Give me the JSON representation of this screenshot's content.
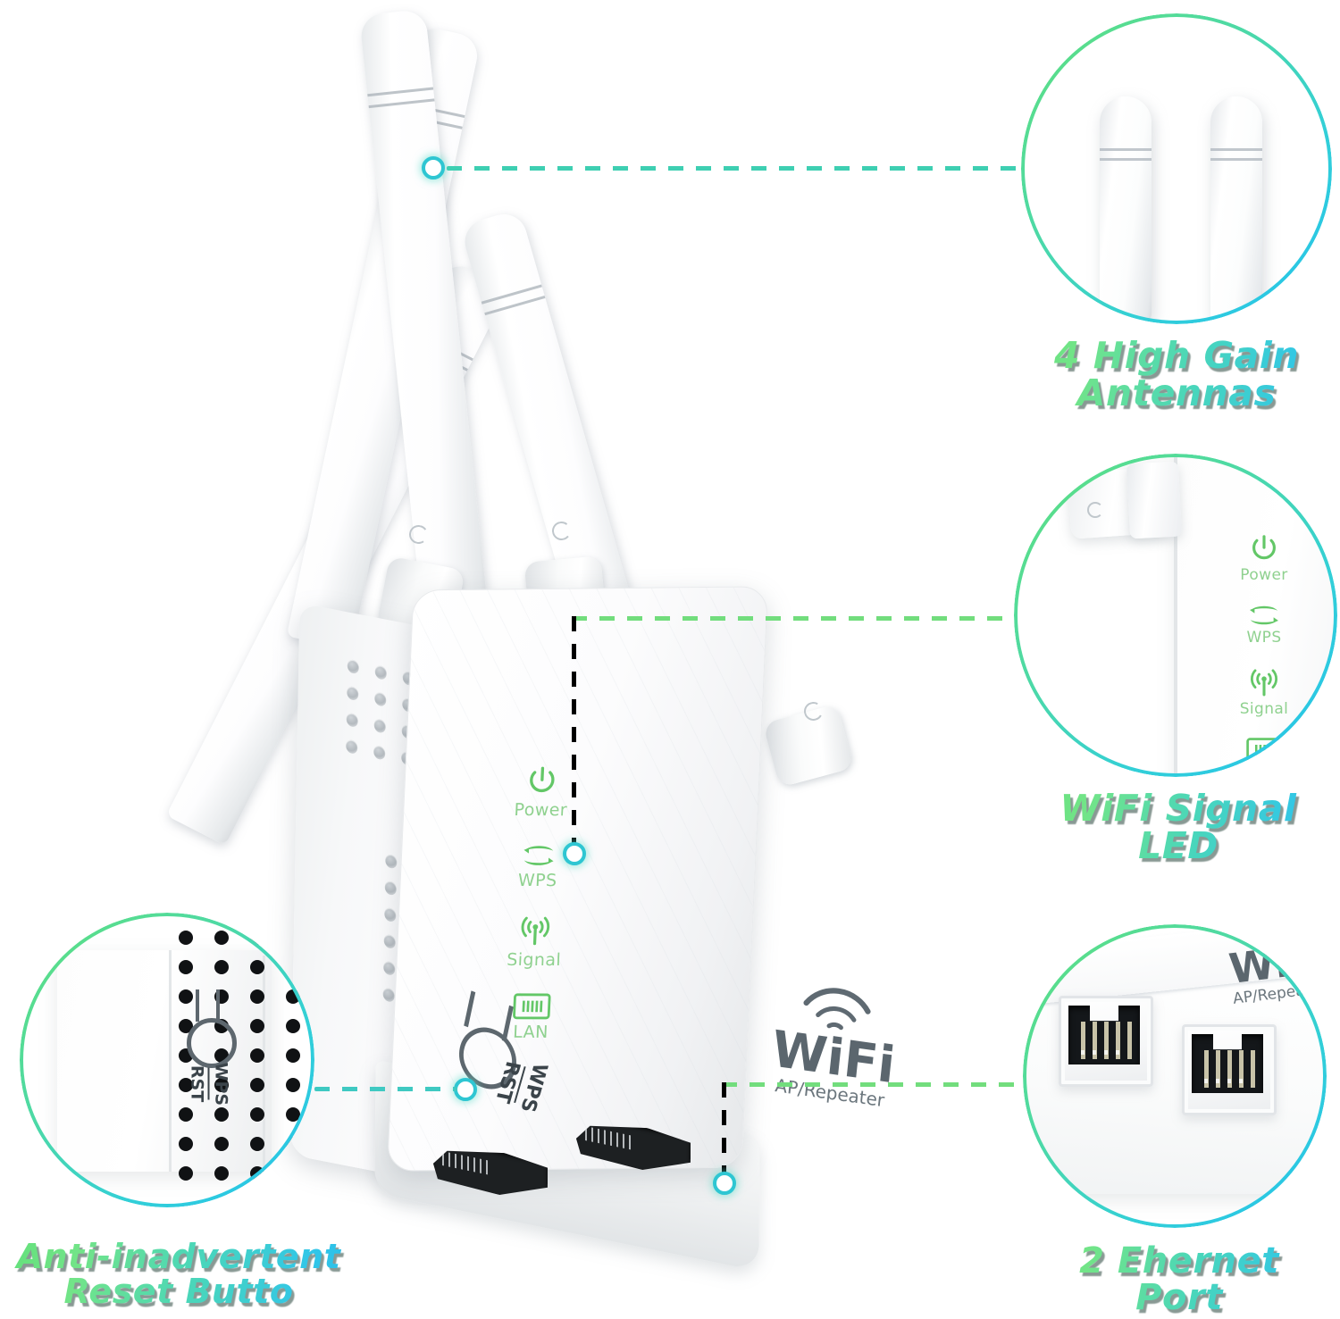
{
  "product": {
    "brand_mark": {
      "wifi_text": "WiFi",
      "sub_text": "AP/Repeater",
      "icon": "wifi-arc-icon"
    },
    "button": {
      "labels": "WPS\nRST",
      "wps_label": "WPS",
      "rst_label": "RST"
    },
    "led_indicators": [
      {
        "icon": "power-icon",
        "label": "Power"
      },
      {
        "icon": "wps-sync-icon",
        "label": "WPS"
      },
      {
        "icon": "wifi-signal-icon",
        "label": "Signal"
      },
      {
        "icon": "lan-port-icon",
        "label": "LAN"
      }
    ],
    "antenna_count": 4,
    "ethernet_port_count": 2
  },
  "callouts": [
    {
      "id": "antennas",
      "label": "4 High Gain\nAntennas",
      "circle_content": "two-antenna-tips"
    },
    {
      "id": "wifi-signal-led",
      "label": "WiFi Signal\nLED",
      "circle_content": "led-indicator-column"
    },
    {
      "id": "reset-button",
      "label": "Anti-inadvertent\nReset Butto",
      "circle_content": "side-panel-wps-rst-button"
    },
    {
      "id": "ethernet-ports",
      "label": "2 Ehernet\nPort",
      "circle_content": "two-rj45-ports"
    }
  ],
  "callout_circle_brand": {
    "wifi_text": "Wi",
    "sub_text": "AP/Repeat"
  },
  "colors": {
    "accent_green": "#5fe07e",
    "accent_cyan": "#25c2ec",
    "accent_teal": "#2ec6d2",
    "led_green": "#63c767",
    "led_label_green": "#8fd18f",
    "device_gray": "#5f6a72",
    "background": "#ffffff"
  }
}
